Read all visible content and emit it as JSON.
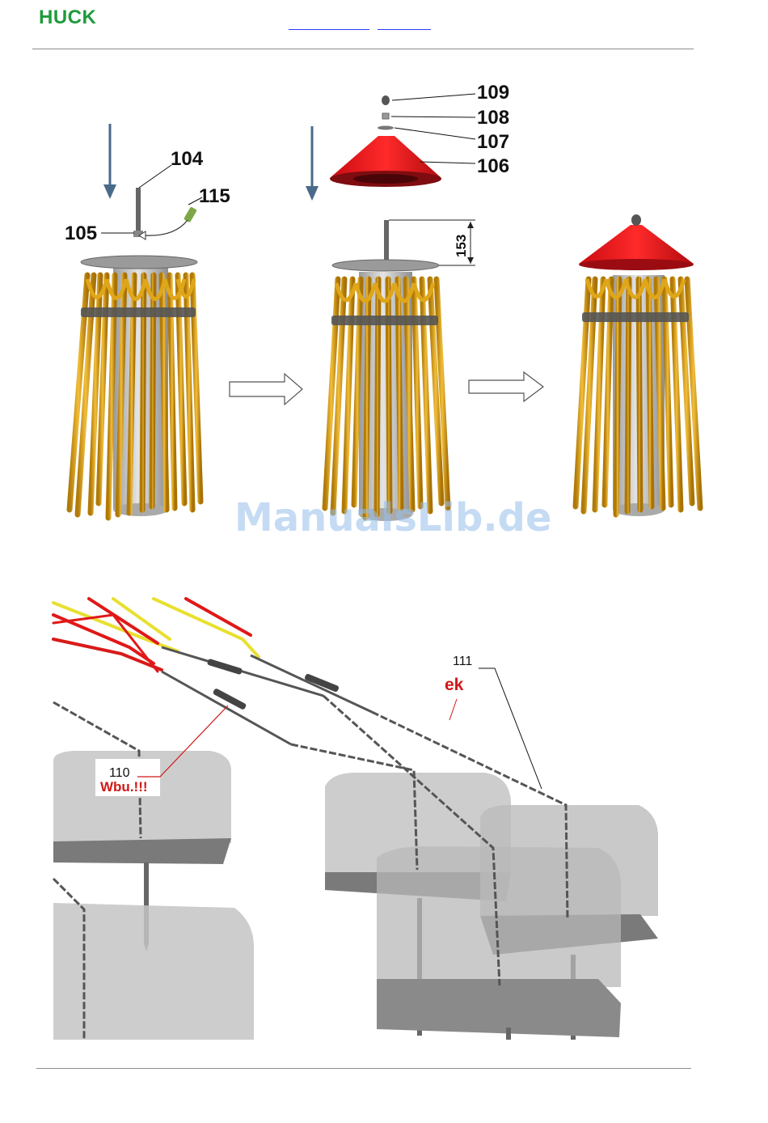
{
  "header": {
    "brand": "HUCK"
  },
  "labels": {
    "n104": "104",
    "n105": "105",
    "n115": "115",
    "n109": "109",
    "n108": "108",
    "n107": "107",
    "n106": "106",
    "dim": "153",
    "n110": "110",
    "n110_note": "Wbu.!!!",
    "n111": "111",
    "n111_note": "ek"
  },
  "watermark": "ManualsLib.de",
  "colors": {
    "brand": "#1f9a3c",
    "cap": "#e8141c",
    "rope": "#e0a61a",
    "post": "#c8c8c8",
    "annotation_red": "#d01818",
    "arrow_blue": "#4a6a8a"
  }
}
